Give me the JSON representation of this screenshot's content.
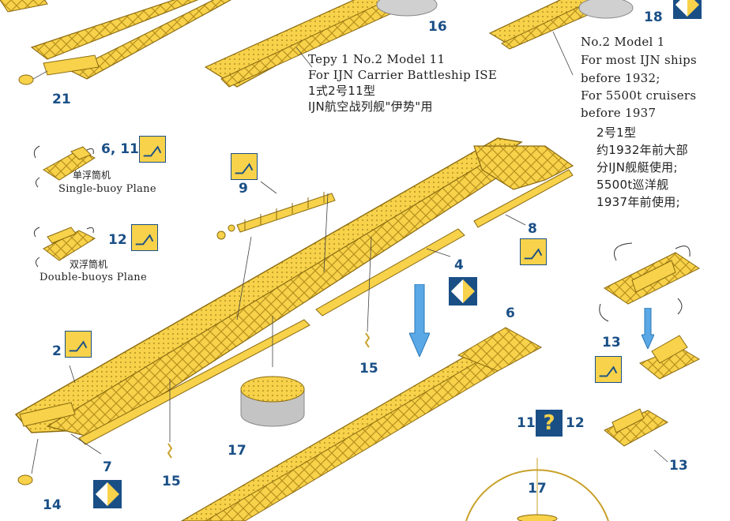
{
  "part_numbers": {
    "n21": "21",
    "n16": "16",
    "n18": "18",
    "n6_11": "6, 11",
    "n12_top": "12",
    "n9": "9",
    "n8": "8",
    "n4": "4",
    "n2": "2",
    "n7": "7",
    "n14": "14",
    "n15_right": "15",
    "n15_left": "15",
    "n17_mid": "17",
    "n6_right": "6",
    "n13_upper": "13",
    "n11": "11",
    "n12_lower": "12",
    "n13_lower": "13",
    "n17_bottom": "17"
  },
  "catapult_text": {
    "line1": "Tepy 1 No.2 Model 11",
    "line2": "For IJN Carrier Battleship ISE",
    "line3": "1式2号11型",
    "line4": "IJN航空战列舰\"伊势\"用"
  },
  "model1_text": {
    "line1": "No.2 Model 1",
    "line2": "For most IJN ships",
    "line3": "before 1932;",
    "line4": "For 5500t cruisers",
    "line5": "before 1937",
    "cn1": "2号1型",
    "cn2": "约1932年前大部",
    "cn3": "分IJN舰艇使用;",
    "cn4": "5500t巡洋舰",
    "cn5": "1937年前使用;"
  },
  "single_buoy": {
    "cn": "单浮筒机",
    "en": "Single-buoy Plane"
  },
  "double_buoy": {
    "cn": "双浮筒机",
    "en": "Double-buoys Plane"
  },
  "colors": {
    "brass": "#f7d24a",
    "brass_dark": "#c9a12a",
    "blue": "#1a4f86",
    "arrow_blue": "#5aa8e6",
    "grey": "#bdbdbd"
  },
  "icons": [
    "fold-icon",
    "flip-diamond-icon",
    "question-icon",
    "down-arrow-icon"
  ]
}
